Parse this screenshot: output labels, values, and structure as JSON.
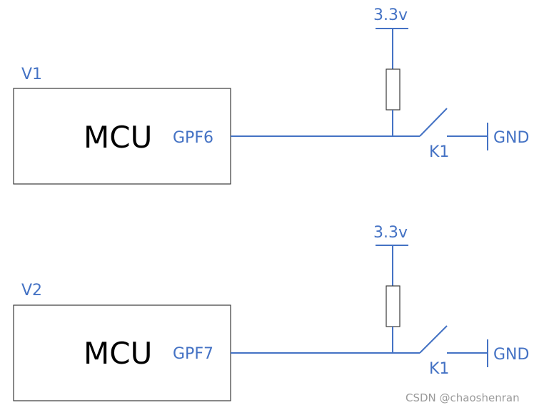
{
  "circuits": [
    {
      "label": "V1",
      "chip": "MCU",
      "pin": "GPF6",
      "supply": "3.3v",
      "switch": "K1",
      "ground": "GND"
    },
    {
      "label": "V2",
      "chip": "MCU",
      "pin": "GPF7",
      "supply": "3.3v",
      "switch": "K1",
      "ground": "GND"
    }
  ],
  "watermark": "CSDN @chaoshenran",
  "colors": {
    "wire": "#4472c4",
    "outline": "#3a3a3a",
    "text": "#000000"
  }
}
